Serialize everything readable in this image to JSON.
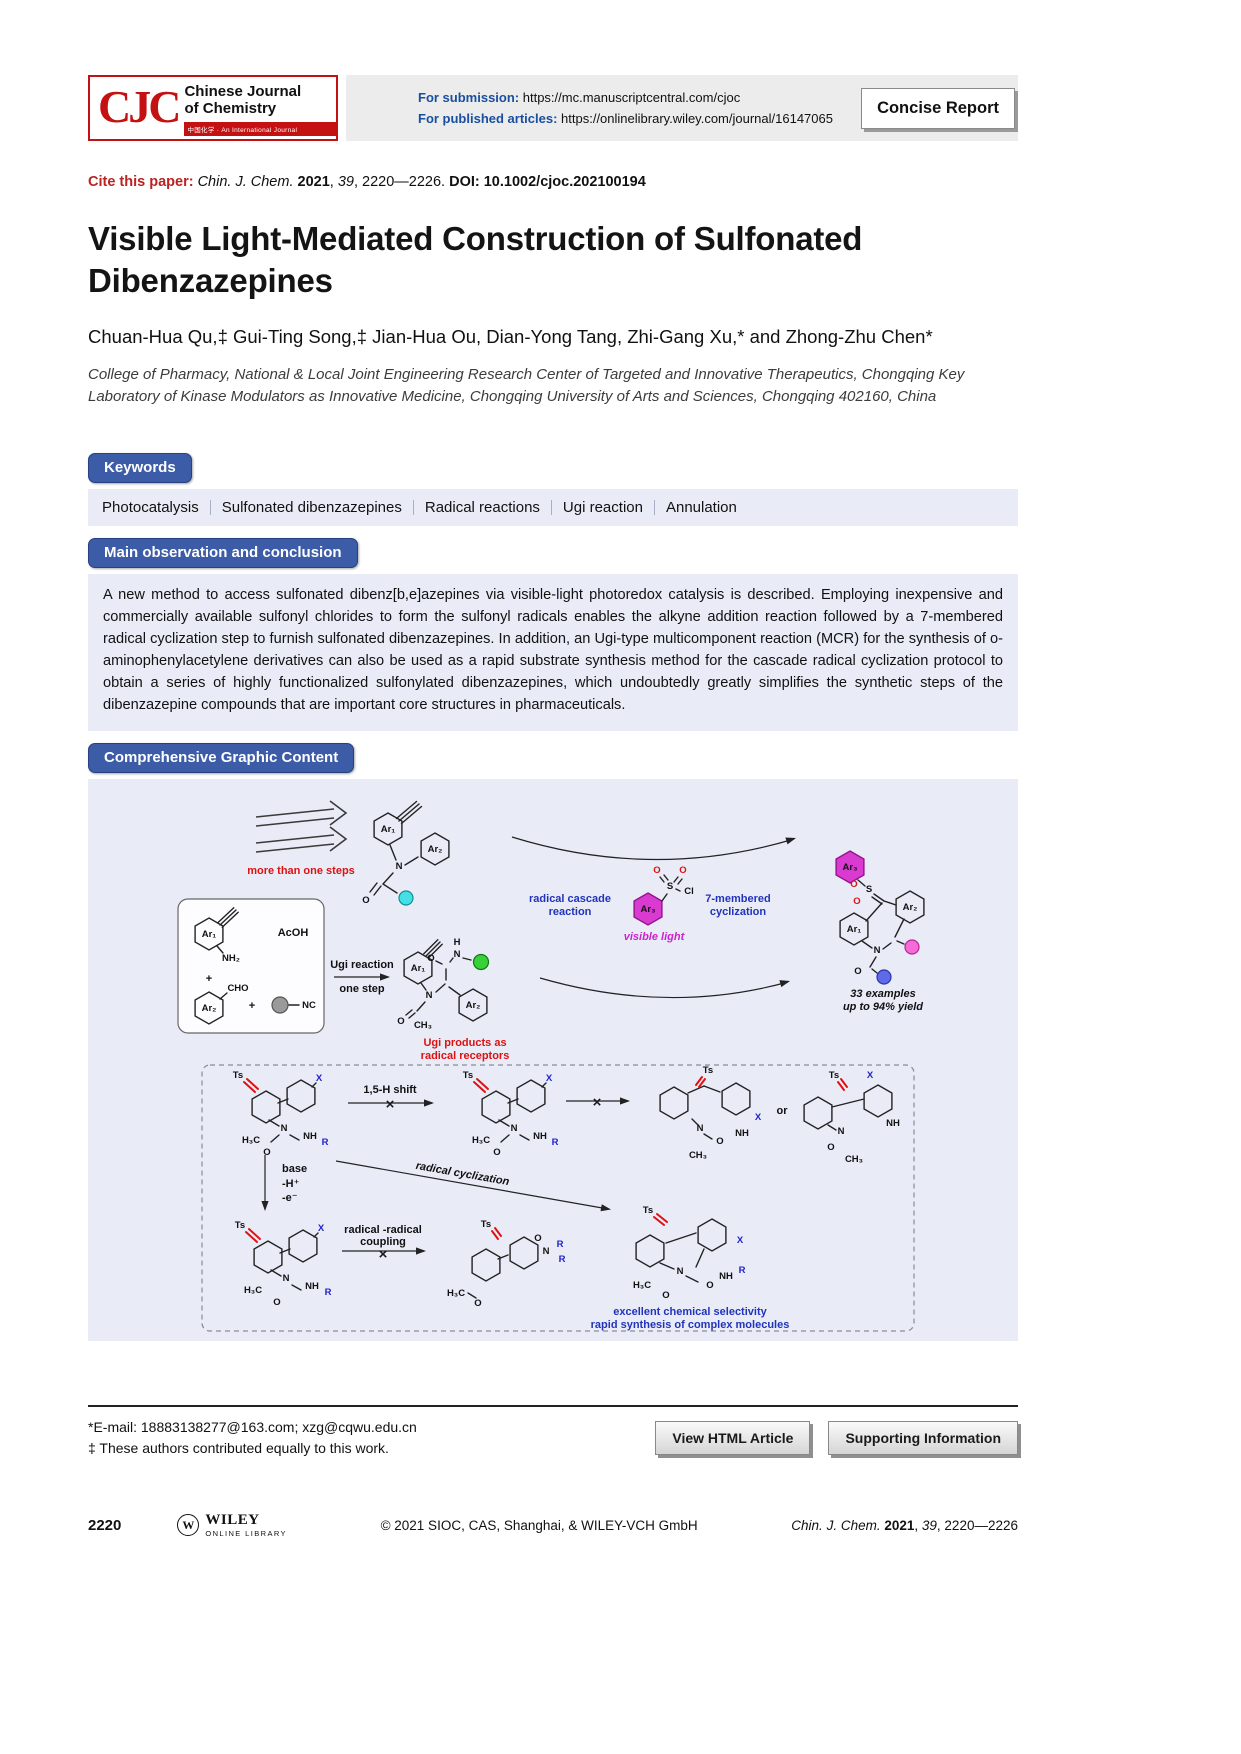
{
  "colors": {
    "badge_blue": "#3d5ca8",
    "panel_lavender": "#e9ecf7",
    "logo_red": "#c41212",
    "magenta": "#d93ad0",
    "label_blue": "#2233bb",
    "label_red": "#dd1111"
  },
  "header": {
    "logo": {
      "acronym": "CJC",
      "title_line1": "Chinese Journal",
      "title_line2": "of Chemistry",
      "tagline": "中国化学 · An International Journal"
    },
    "submission_label": "For submission:",
    "submission_url": " https://mc.manuscriptcentral.com/cjoc",
    "published_label": "For published articles:",
    "published_url": " https://onlinelibrary.wiley.com/journal/16147065",
    "report_type": "Concise Report"
  },
  "citation": {
    "prefix": "Cite this paper: ",
    "journal_italic": "Chin. J. Chem. ",
    "year_bold": "2021",
    "sep_a": ", ",
    "volume_italic": "39",
    "pages": ", 2220—2226. ",
    "doi_bold": "DOI: 10.1002/cjoc.202100194"
  },
  "article": {
    "title": "Visible Light-Mediated Construction of Sulfonated Dibenzazepines",
    "authors": "Chuan-Hua Qu,‡ Gui-Ting Song,‡ Jian-Hua Ou, Dian-Yong Tang, Zhi-Gang Xu,* and Zhong-Zhu Chen*",
    "affiliation": "College of Pharmacy, National & Local Joint Engineering Research Center of Targeted and Innovative Therapeutics, Chongqing Key Laboratory of Kinase Modulators as Innovative Medicine, Chongqing University of Arts and Sciences, Chongqing 402160, China"
  },
  "keywords": {
    "heading": "Keywords",
    "items": [
      "Photocatalysis",
      "Sulfonated dibenzazepines",
      "Radical reactions",
      "Ugi reaction",
      "Annulation"
    ]
  },
  "observation": {
    "heading": "Main observation and conclusion",
    "text": "A new method to access sulfonated dibenz[b,e]azepines via visible-light photoredox catalysis is described. Employing inexpensive and commercially available sulfonyl chlorides to form the sulfonyl radicals enables the alkyne addition reaction followed by a 7-membered radical cyclization step to furnish sulfonated dibenzazepines. In addition, an Ugi-type multicomponent reaction (MCR) for the synthesis of o-aminophenylacetylene derivatives can also be used as a rapid substrate synthesis method for the cascade radical cyclization protocol to obtain a series of highly functionalized sulfonylated dibenzazepines, which undoubtedly greatly simplifies the synthetic steps of the dibenzazepine compounds that are important core structures in pharmaceuticals."
  },
  "graphic": {
    "heading": "Comprehensive Graphic Content"
  },
  "scheme": {
    "labels": {
      "ar1": "Ar₁",
      "ar2": "Ar₂",
      "ar3": "Ar₃",
      "ts": "Ts",
      "x": "X",
      "r": "R",
      "n": "N",
      "o": "O",
      "s": "S",
      "cl": "Cl",
      "h": "H",
      "nh": "NH",
      "nh2": "NH₂",
      "h3c": "H₃C",
      "ch3": "CH₃",
      "cho": "CHO",
      "nc": "NC",
      "acoh": "AcOH",
      "plus": "+",
      "or": "or",
      "cross": "×",
      "more_than_one_steps": "more than one steps",
      "radical_cascade_1": "radical cascade",
      "radical_cascade_2": "reaction",
      "seven_membered_1": "7-membered",
      "seven_membered_2": "cyclization",
      "visible_light": "visible light",
      "ugi_reaction": "Ugi reaction",
      "one_step": "one step",
      "ugi_products_1": "Ugi products as",
      "ugi_products_2": "radical receptors",
      "examples_1": "33 examples",
      "examples_2": "up to 94% yield",
      "shift": "1,5-H shift",
      "base": "base",
      "minus_h": "-H⁺",
      "minus_e": "-e⁻",
      "radical_cyclization": "radical cyclization",
      "radical_radical_1": "radical -radical",
      "radical_radical_2": "coupling",
      "selectivity_1": "excellent chemical selectivity",
      "selectivity_2": "rapid synthesis of complex molecules"
    }
  },
  "footer": {
    "email_line": "*E-mail: 18883138277@163.com; xzg@cqwu.edu.cn",
    "contrib_line": "‡ These authors contributed equally to this work.",
    "btn_view": "View HTML Article",
    "btn_support": "Supporting Information"
  },
  "bottom": {
    "page_number": "2220",
    "wiley_mark": "W",
    "wiley_name": "WILEY",
    "wiley_sub": "ONLINE LIBRARY",
    "copyright": "© 2021 SIOC, CAS, Shanghai, & WILEY-VCH GmbH",
    "cite": {
      "journal_italic": "Chin. J. Chem. ",
      "year_bold": "2021",
      "sep": ", ",
      "volume_italic": "39",
      "pages": ", 2220—2226"
    }
  }
}
